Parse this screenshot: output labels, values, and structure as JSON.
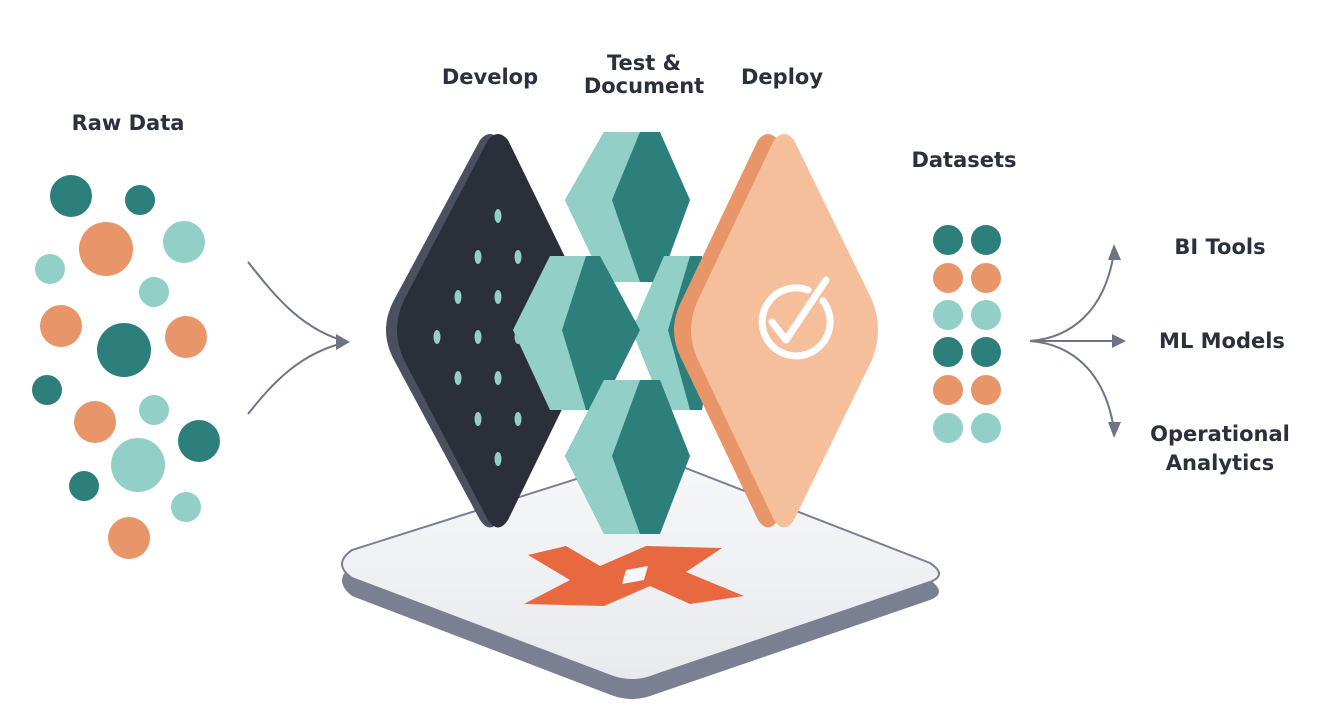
{
  "labels": {
    "raw_data": "Raw Data",
    "develop": "Develop",
    "test_document_1": "Test &",
    "test_document_2": "Document",
    "deploy": "Deploy",
    "datasets": "Datasets",
    "bi_tools": "BI Tools",
    "ml_models": "ML Models",
    "operational_analytics_1": "Operational",
    "operational_analytics_2": "Analytics"
  },
  "colors": {
    "dark_teal": "#2d7f7b",
    "light_teal": "#92cfc6",
    "orange": "#e9956a",
    "deploy_peach": "#f5bf9c",
    "develop_dark": "#2a2f3a",
    "text": "#2a313c",
    "arrow": "#6e7486",
    "logo_orange": "#e8693f",
    "platform_edge": "#7a8091"
  },
  "icons": [
    "checkmark-circle-icon",
    "dbt-logo-icon",
    "arrow-icon"
  ]
}
